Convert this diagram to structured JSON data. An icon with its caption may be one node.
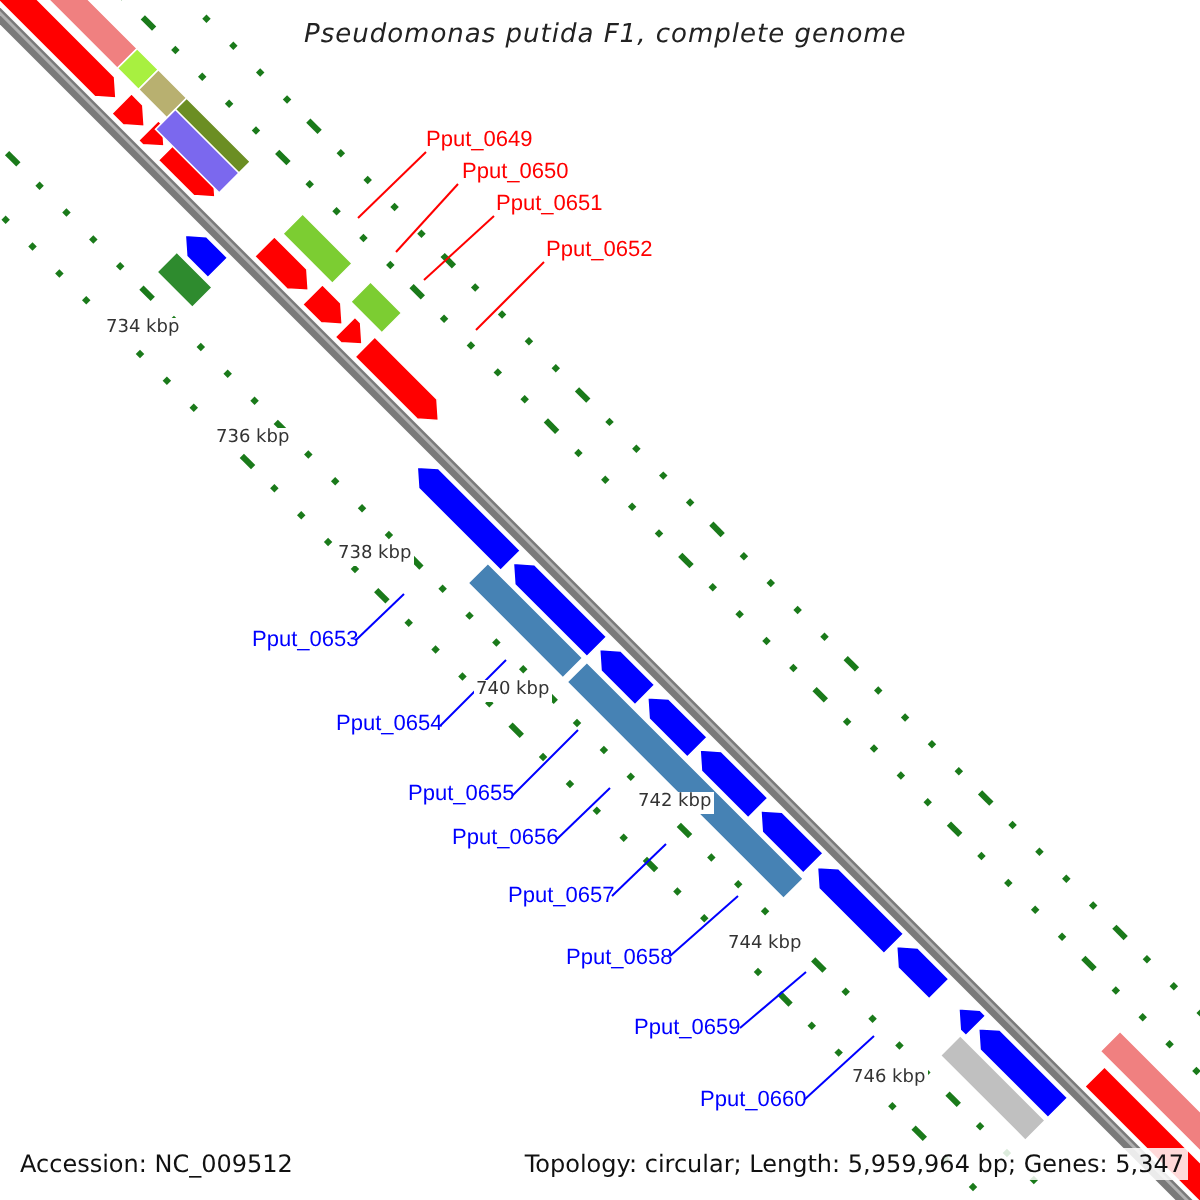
{
  "diagram": {
    "title": "Pseudomonas putida F1, complete genome",
    "nodes": [
      {
        "text": [
          "Pput_0649"
        ]
      },
      {
        "text": [
          "Pput_0650"
        ]
      },
      {
        "text": [
          "Pput_0651"
        ]
      },
      {
        "text": [
          "Pput_0652"
        ]
      },
      {
        "text": [
          "Pput_0653"
        ]
      },
      {
        "text": [
          "Pput_0654"
        ]
      },
      {
        "text": [
          "Pput_0655"
        ]
      },
      {
        "text": [
          "Pput_0656"
        ]
      },
      {
        "text": [
          "Pput_0657"
        ]
      },
      {
        "text": [
          "Pput_0658"
        ]
      },
      {
        "text": [
          "Pput_0659"
        ]
      },
      {
        "text": [
          "Pput_0660"
        ]
      }
    ],
    "edges": [
      {
        "from": 0,
        "to": null,
        "arrow": "none",
        "color": "#ff0000"
      },
      {
        "from": 1,
        "to": null,
        "arrow": "none",
        "color": "#ff0000"
      },
      {
        "from": 2,
        "to": null,
        "arrow": "none",
        "color": "#ff0000"
      },
      {
        "from": 3,
        "to": null,
        "arrow": "none",
        "color": "#ff0000"
      },
      {
        "from": 4,
        "to": null,
        "arrow": "none"
      },
      {
        "from": 5,
        "to": null,
        "arrow": "none"
      },
      {
        "from": 6,
        "to": null,
        "arrow": "none"
      },
      {
        "from": 7,
        "to": null,
        "arrow": "none"
      },
      {
        "from": 8,
        "to": null,
        "arrow": "none"
      },
      {
        "from": 9,
        "to": null,
        "arrow": "none"
      },
      {
        "from": 10,
        "to": null,
        "arrow": "none"
      },
      {
        "from": 11,
        "to": null,
        "arrow": "none"
      }
    ],
    "labels": [
      "734 kbp",
      "736 kbp",
      "738 kbp",
      "740 kbp",
      "742 kbp",
      "744 kbp",
      "746 kbp",
      "Accession: NC_009512",
      "Topology: circular; Length: 5,959,964 bp; Genes: 5,347"
    ]
  }
}
